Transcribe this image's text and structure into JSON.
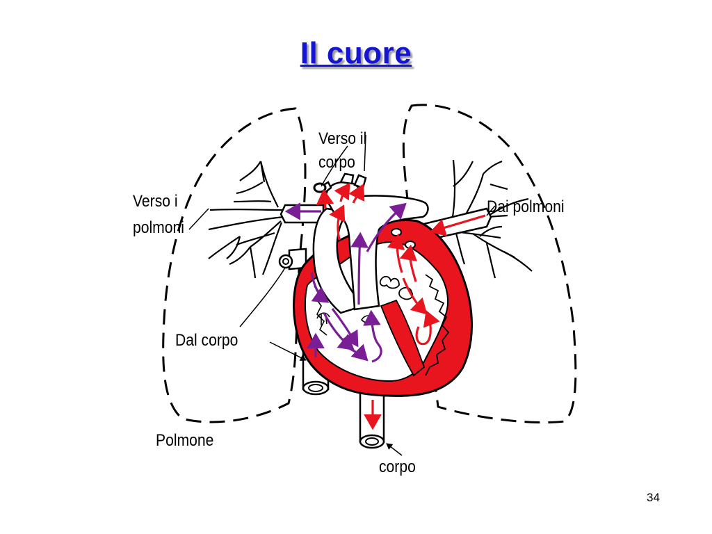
{
  "slide": {
    "title": "Il cuore",
    "page_number": "34"
  },
  "labels": {
    "to_body_top": [
      "Verso il",
      "corpo"
    ],
    "to_lungs": [
      "Verso i",
      "polmoni"
    ],
    "from_lungs": "Dai polmoni",
    "from_body": "Dal corpo",
    "lung": "Polmone",
    "body": "corpo"
  },
  "colors": {
    "title": "#1414d2",
    "oxygenated": "#e8141e",
    "deoxygenated": "#7a1e96",
    "outline": "#000000"
  }
}
